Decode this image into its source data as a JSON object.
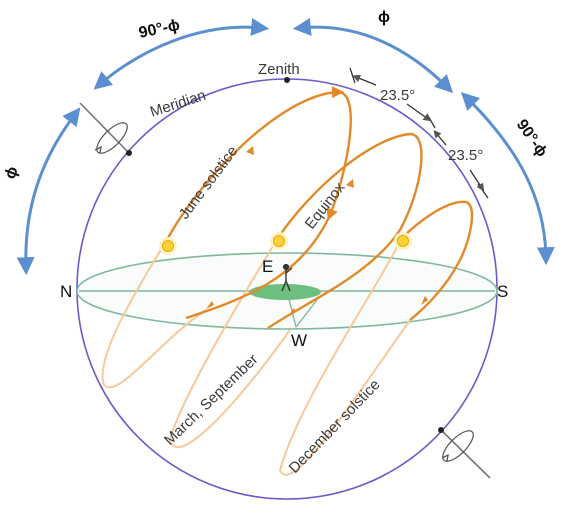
{
  "labels": {
    "zenith": "Zenith",
    "meridian": "Meridian",
    "north": "N",
    "south": "S",
    "east": "E",
    "west": "W",
    "june_solstice": "June solstice",
    "equinox": "Equinox",
    "march_september": "March, September",
    "december_solstice": "December solstice",
    "tilt_upper": "23.5°",
    "tilt_lower": "23.5°",
    "angle_left_top": "90°-ϕ",
    "angle_phi_top": "ϕ",
    "angle_right": "90°-ϕ",
    "angle_phi_left": "ϕ"
  },
  "colors": {
    "sphere": "#6a5acd",
    "horizon": "#7fb89a",
    "horizon_fill": "#6cbf7e",
    "sun_path": "#e08a2a",
    "sun_path_faint": "#f5c99a",
    "angle_arrow": "#5b8fd0",
    "sun": "#ffd23a"
  },
  "icons": {
    "sun": "sun-icon",
    "observer": "observer-icon",
    "axis": "rotation-axis-icon"
  }
}
